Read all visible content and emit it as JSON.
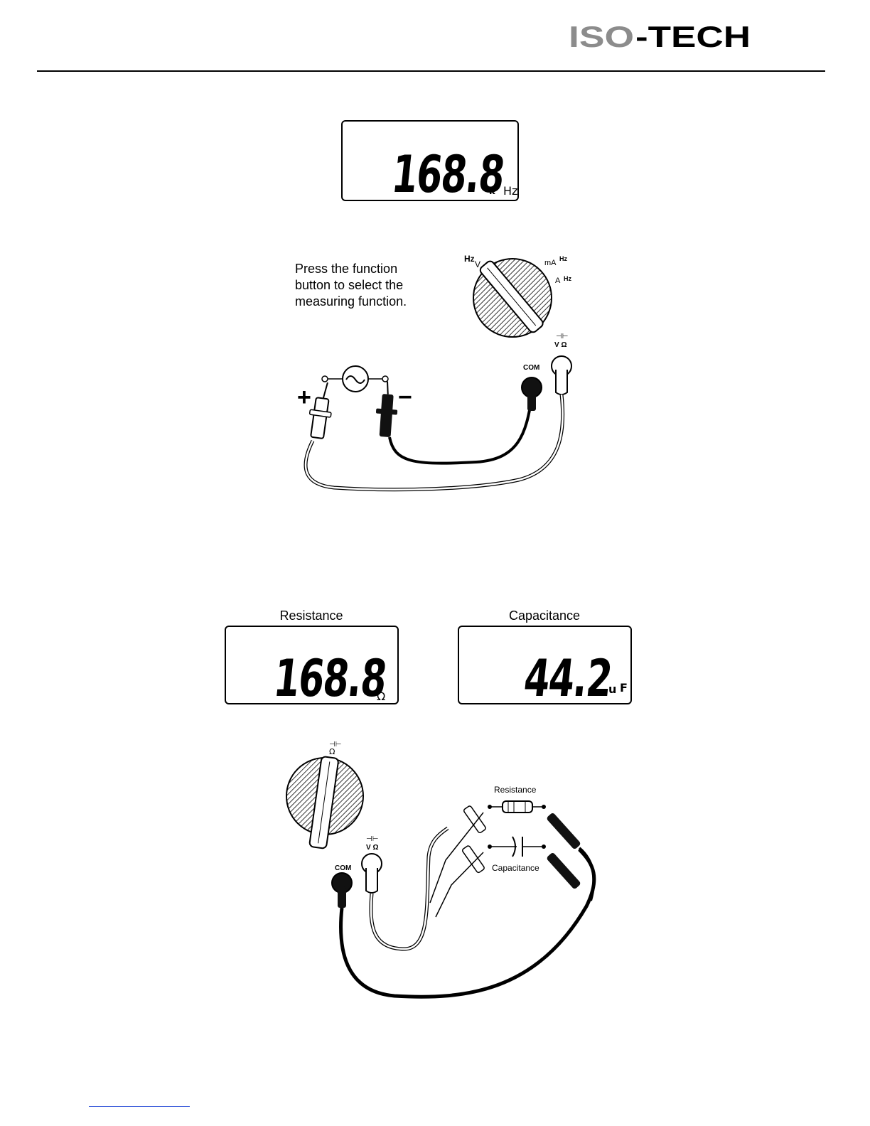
{
  "header": {
    "brand": "ISO-TECH"
  },
  "frequency": {
    "display": {
      "reading": "168.8",
      "prefix": "k",
      "unit": "Hz"
    },
    "instruction": [
      "Press the function",
      "button to select the",
      "measuring function."
    ],
    "dial_labels": {
      "left": "Hz",
      "left_sym": "V",
      "right_top": "mA",
      "right_top_hz": "Hz",
      "right_bottom": "A",
      "right_bottom_hz": "Hz"
    },
    "terminals": {
      "com": "COM",
      "v_ohm": "V Ω"
    },
    "polarity": {
      "plus": "+",
      "minus": "−"
    }
  },
  "resistance_capacitance": {
    "resistance_label": "Resistance",
    "capacitance_label": "Capacitance",
    "resistance_display": {
      "reading": "168.8",
      "unit": "Ω"
    },
    "capacitance_display": {
      "reading": "44.2",
      "prefix": "u",
      "unit": "F"
    },
    "dial_label": "Ω",
    "terminals": {
      "com": "COM",
      "v_ohm": "V Ω"
    },
    "component_labels": {
      "resistor": "Resistance",
      "capacitor": "Capacitance"
    }
  }
}
